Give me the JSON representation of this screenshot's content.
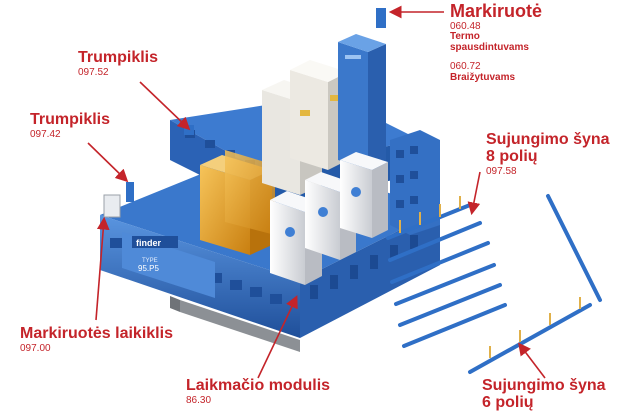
{
  "colors": {
    "label": "#c4242a",
    "base_blue": "#2f6fc6",
    "base_blue_dark": "#1f4f9a",
    "base_blue_light": "#5a95e0",
    "relay_amber": "#e8a21c",
    "relay_clear": "#e9e7e1",
    "module_white": "#eef0f3",
    "rail_grey": "#8c9095",
    "jumper_blue": "#3f7fd4"
  },
  "logo": {
    "brand": "finder",
    "type_label": "TYPE",
    "type_value": "95.P5"
  },
  "labels": {
    "markiruote": {
      "title": "Markiruotė",
      "code1": "060.48",
      "sub1a": "Termo",
      "sub1b": "spausdintuvams",
      "code2": "060.72",
      "sub2": "Braižytuvams"
    },
    "trumpiklis_1": {
      "title": "Trumpiklis",
      "code": "097.52"
    },
    "trumpiklis_2": {
      "title": "Trumpiklis",
      "code": "097.42"
    },
    "sujungimo_8": {
      "title_1": "Sujungimo šyna",
      "title_2": "8 polių",
      "code": "097.58"
    },
    "markiruotes_laikiklis": {
      "title": "Markiruotės laikiklis",
      "code": "097.00"
    },
    "laikmacio": {
      "title": "Laikmačio modulis",
      "code": "86.30"
    },
    "sujungimo_6": {
      "title_1": "Sujungimo šyna",
      "title_2": "6 polių"
    }
  }
}
